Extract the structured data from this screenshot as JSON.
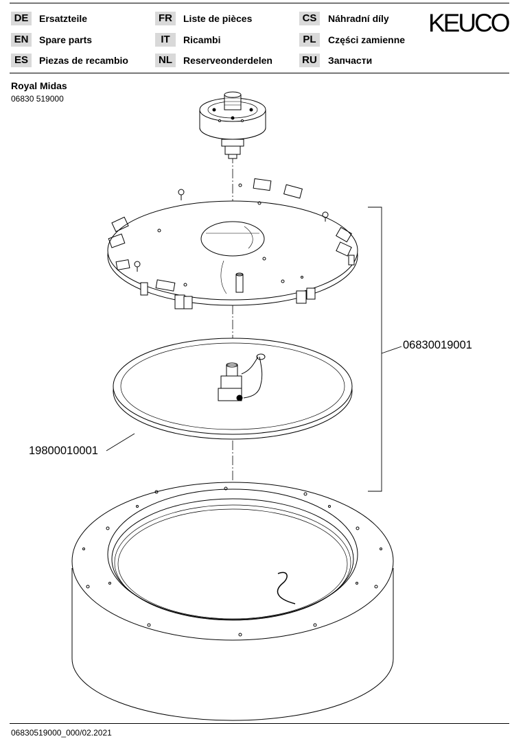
{
  "brand": {
    "logo_text": "KEUCO"
  },
  "languages": [
    {
      "code": "DE",
      "label": "Ersatzteile"
    },
    {
      "code": "EN",
      "label": "Spare parts"
    },
    {
      "code": "ES",
      "label": "Piezas de recambio"
    },
    {
      "code": "FR",
      "label": "Liste de pièces"
    },
    {
      "code": "IT",
      "label": "Ricambi"
    },
    {
      "code": "NL",
      "label": "Reserveonderdelen"
    },
    {
      "code": "CS",
      "label": "Náhradní díly"
    },
    {
      "code": "PL",
      "label": "Części zamienne"
    },
    {
      "code": "RU",
      "label": "Запчасти"
    }
  ],
  "product": {
    "name": "Royal Midas",
    "number": "06830 519000"
  },
  "parts": [
    {
      "number": "06830019001"
    },
    {
      "number": "19800010001"
    }
  ],
  "footer": {
    "document_id": "06830519000_000/02.2021"
  }
}
